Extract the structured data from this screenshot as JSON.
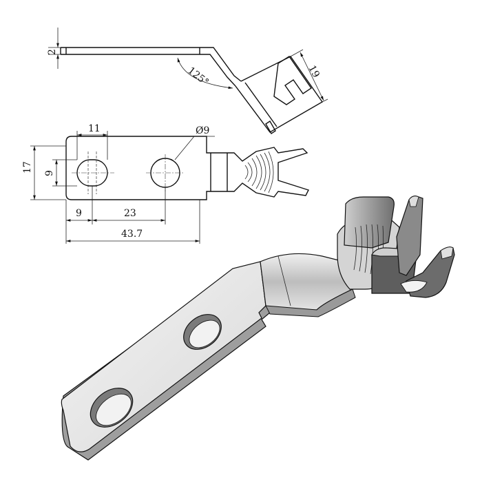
{
  "dimensions": {
    "thickness": "2",
    "bend_angle": "125°",
    "side_height": "19",
    "hole_dia": "Ø9",
    "hole_spacing_x": "11",
    "overall_height": "17",
    "hole_height": "9",
    "edge_to_hole": "9",
    "hole_to_hole": "23",
    "overall_length": "43.7"
  },
  "colors": {
    "line": "#111111",
    "face_light": "#ececec",
    "face_mid": "#c9c9c9",
    "face_dark": "#8c8c8c",
    "face_darkest": "#5e5e5e"
  }
}
